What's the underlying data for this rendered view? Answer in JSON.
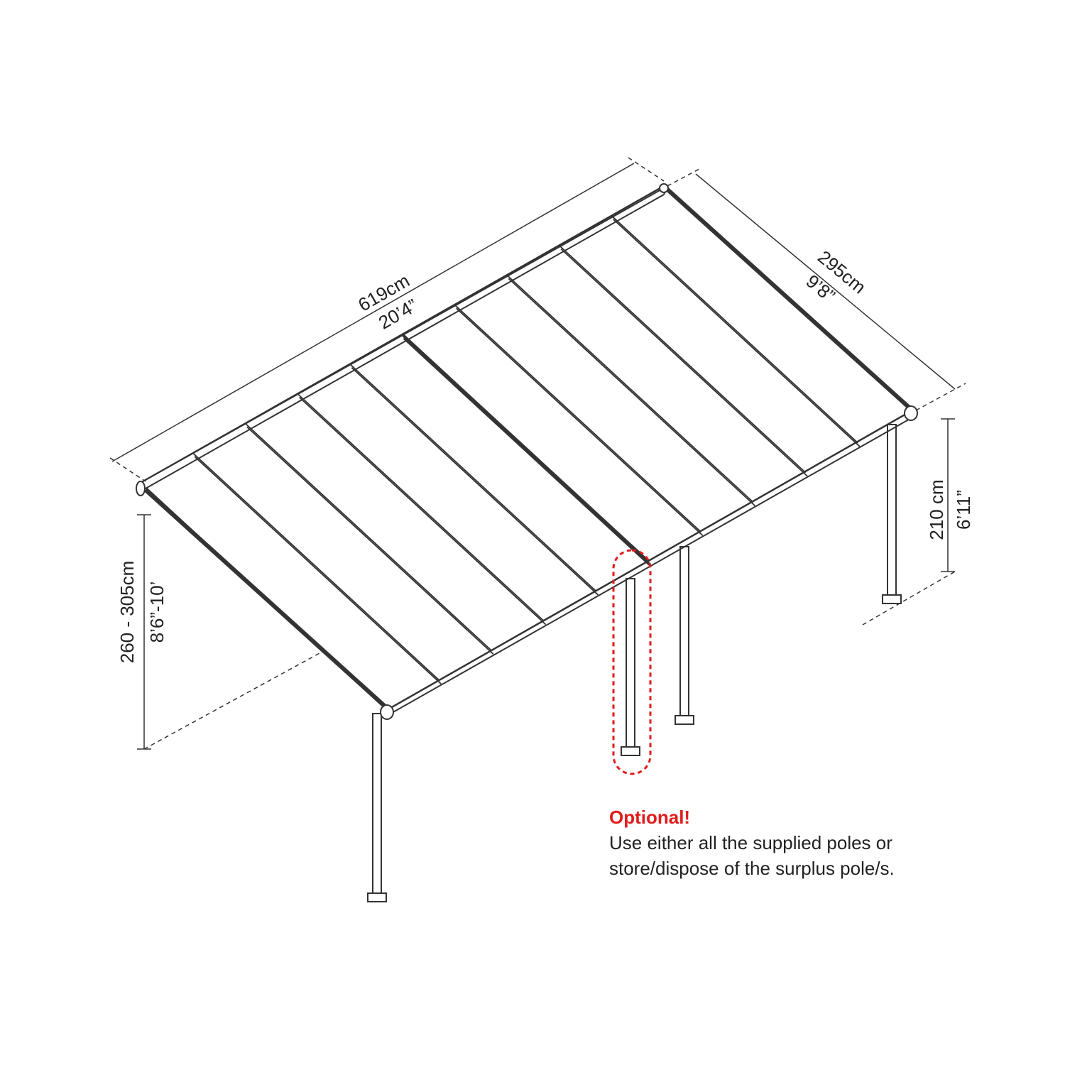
{
  "dimensions": {
    "length_cm": "619cm",
    "length_ft": "20’4”",
    "depth_cm": "295cm",
    "depth_ft": "9’8”",
    "low_height_cm": "210 cm",
    "low_height_ft": "6’11”",
    "high_height_cm": "260 - 305cm",
    "high_height_ft": "8’6”-10’"
  },
  "note": {
    "title": "Optional!",
    "line1": "Use either all the supplied poles or",
    "line2": "store/dispose of the surplus pole/s."
  },
  "colors": {
    "line": "#333333",
    "highlight": "#e21b1b",
    "panel": "#ffffff"
  }
}
